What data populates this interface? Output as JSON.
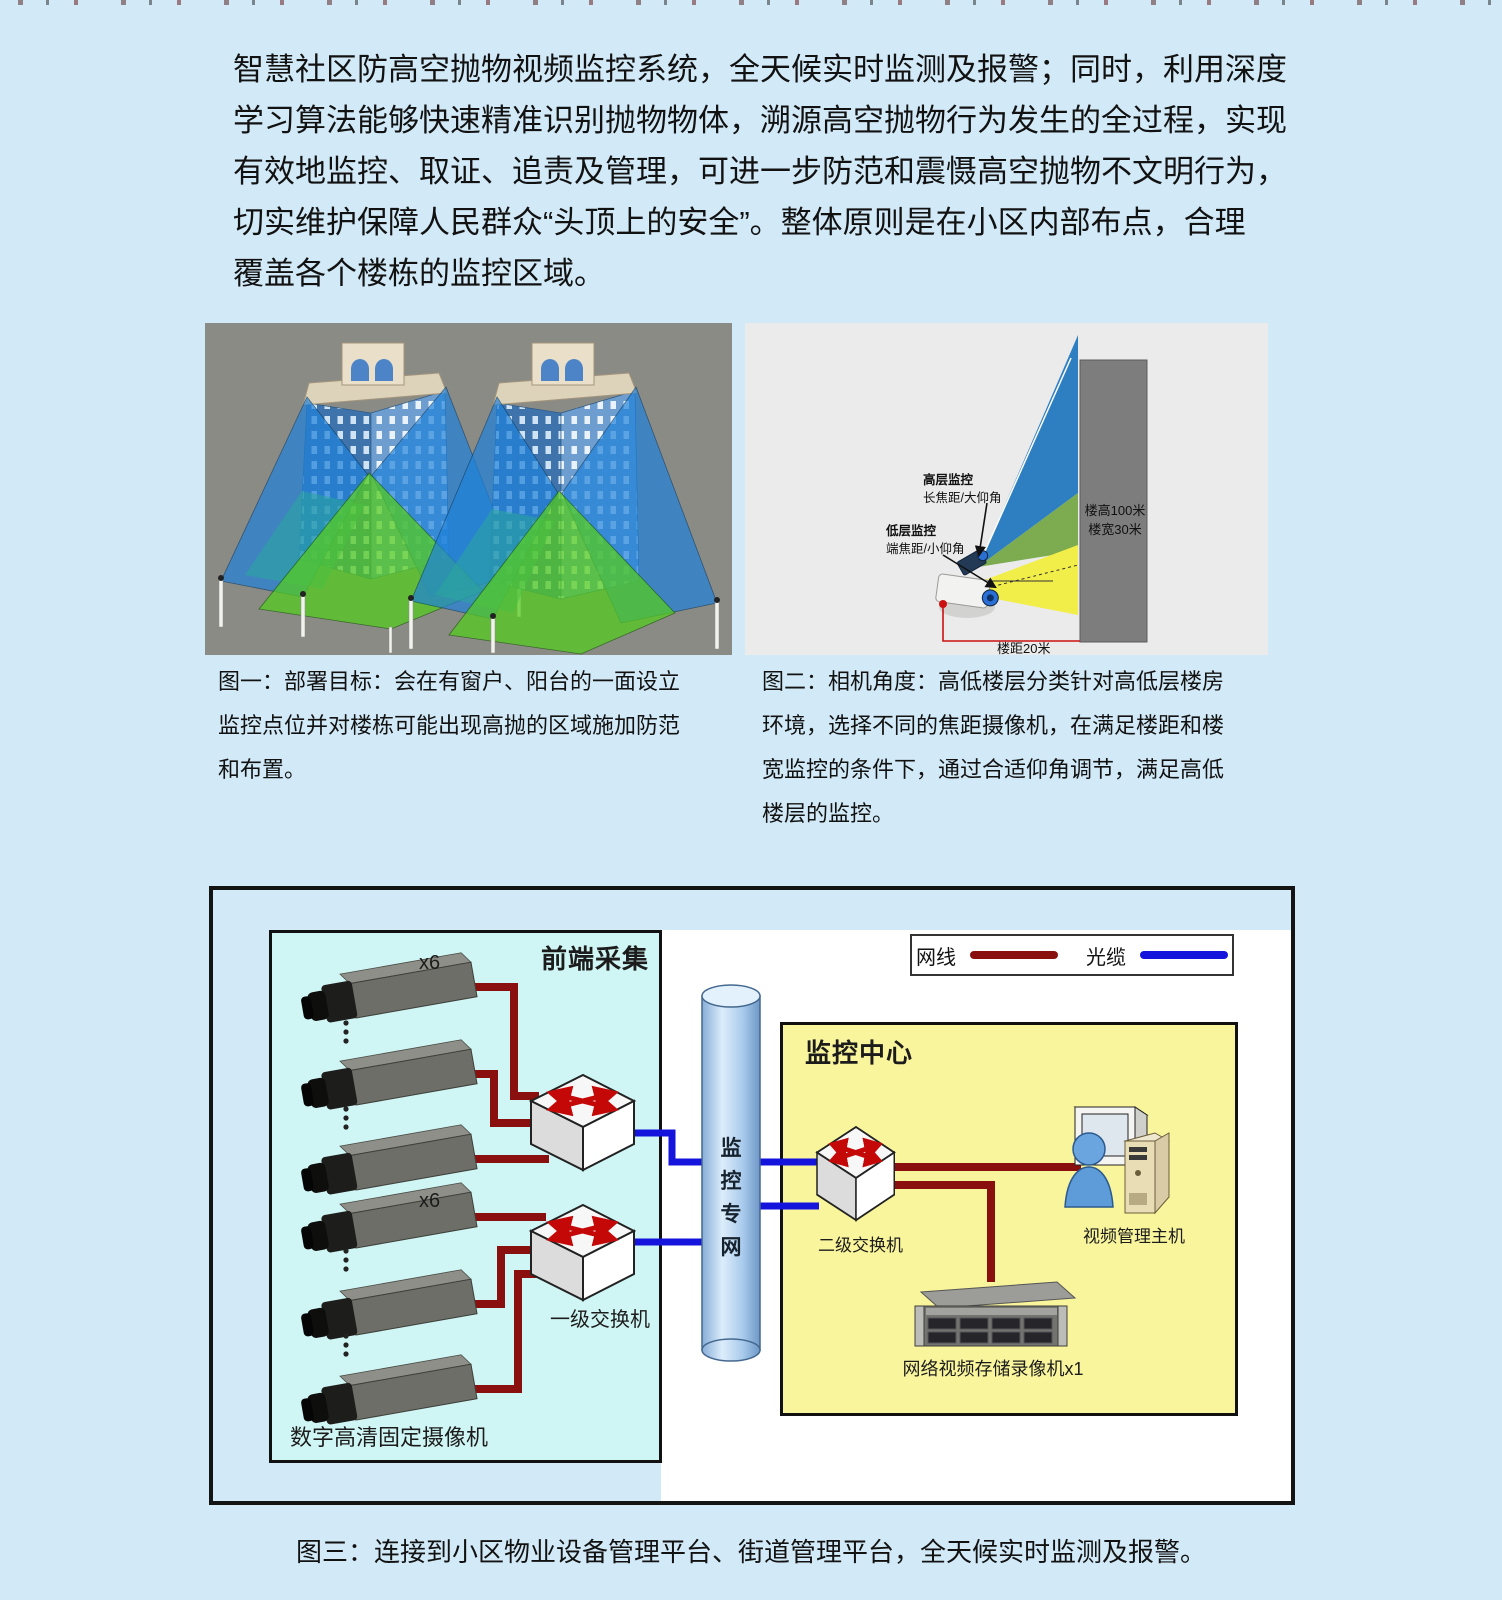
{
  "page": {
    "background": "#d2e9f7"
  },
  "intro": {
    "lines": [
      "智慧社区防高空抛物视频监控系统，全天候实时监测及报警；同时，利用深度",
      "学习算法能够快速精准识别抛物物体，溯源高空抛物行为发生的全过程，实现",
      "有效地监控、取证、追责及管理，可进一步防范和震慑高空抛物不文明行为，",
      "切实维护保障人民群众“头顶上的安全”。整体原则是在小区内部布点，合理",
      "覆盖各个楼栋的监控区域。"
    ]
  },
  "figure1": {
    "caption_lines": [
      "图一：部署目标：会在有窗户、阳台的一面设立",
      "监控点位并对楼栋可能出现高抛的区域施加防范",
      "和布置。"
    ]
  },
  "figure2": {
    "caption_lines": [
      "图二：相机角度：高低楼层分类针对高低层楼房",
      "环境，选择不同的焦距摄像机，在满足楼距和楼",
      "宽监控的条件下，通过合适仰角调节，满足高低",
      "楼层的监控。"
    ],
    "high_label": {
      "title": "高层监控",
      "sub": "长焦距/大仰角"
    },
    "low_label": {
      "title": "低层监控",
      "sub": "端焦距/小仰角"
    },
    "building_label": {
      "line1": "楼高100米",
      "line2": "楼宽30米"
    },
    "distance_label": "楼距20米"
  },
  "figure3": {
    "caption": "图三：连接到小区物业设备管理平台、街道管理平台，全天候实时监测及报警。",
    "frontend": {
      "title": "前端采集",
      "count_label_top": "x6",
      "count_label_bottom": "x6",
      "switch_label": "一级交换机",
      "cameras_label": "数字高清固定摄像机"
    },
    "network_pipe": {
      "chars": [
        "监",
        "控",
        "专",
        "网"
      ]
    },
    "monitor_center": {
      "title": "监控中心",
      "switch_label": "二级交换机",
      "host_label": "视频管理主机",
      "storage_label": "网络视频存储录像机x1"
    },
    "legend": {
      "wire_label": "网线",
      "wire_color": "#8a0f0f",
      "fiber_label": "光缆",
      "fiber_color": "#1414dd"
    }
  }
}
